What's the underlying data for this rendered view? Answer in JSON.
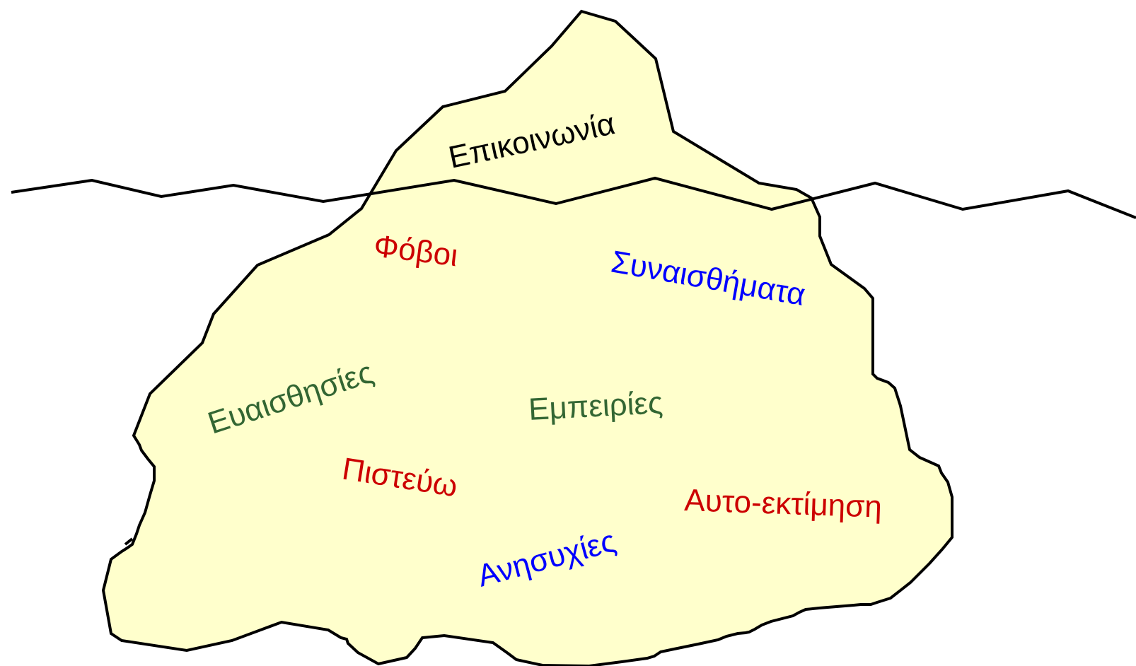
{
  "colors": {
    "background": "#ffffff",
    "iceberg_fill": "#ffffcc",
    "outline": "#000000",
    "text_black": "#000000",
    "text_red": "#cc0000",
    "text_blue": "#0000ff",
    "text_green": "#336633"
  },
  "labels": {
    "communication": "Επικοινωνία",
    "fears": "Φόβοι",
    "emotions": "Συναισθήματα",
    "sensitivities": "Ευαισθησίες",
    "experiences": "Εμπειρίες",
    "beliefs": "Πιστεύω",
    "self_esteem": "Αυτο-εκτίμηση",
    "worries": "Ανησυχίες"
  }
}
